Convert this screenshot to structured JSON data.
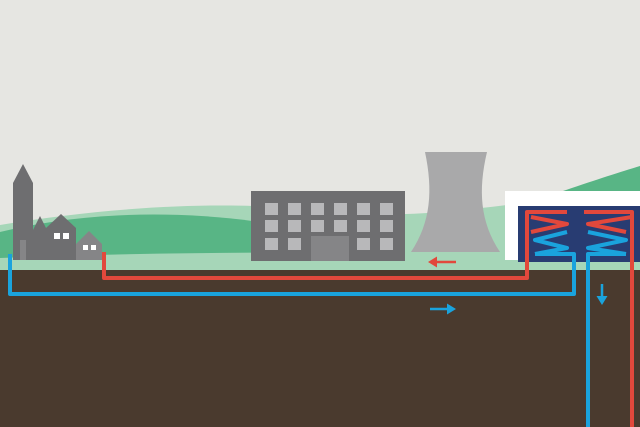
{
  "colors": {
    "sky": "#e6e6e2",
    "hill_light": "#a6d6b8",
    "hill_dark": "#58b585",
    "ground": "#4a3a2e",
    "building_dark": "#6e6e70",
    "building_mid": "#858587",
    "building_window": "#b8b8ba",
    "cooling_tower": "#a9a9aa",
    "hot_pipe": "#e2483c",
    "cold_pipe": "#1aa3dd",
    "plant_bg": "#ffffff",
    "plant_housing": "#283c72"
  },
  "flow_arrows": [
    {
      "name": "hot-flow-arrow",
      "direction": "left",
      "stream": "hot"
    },
    {
      "name": "cold-flow-arrow",
      "direction": "right",
      "stream": "cold"
    },
    {
      "name": "injection-flow-arrow",
      "direction": "down",
      "stream": "cold"
    }
  ]
}
